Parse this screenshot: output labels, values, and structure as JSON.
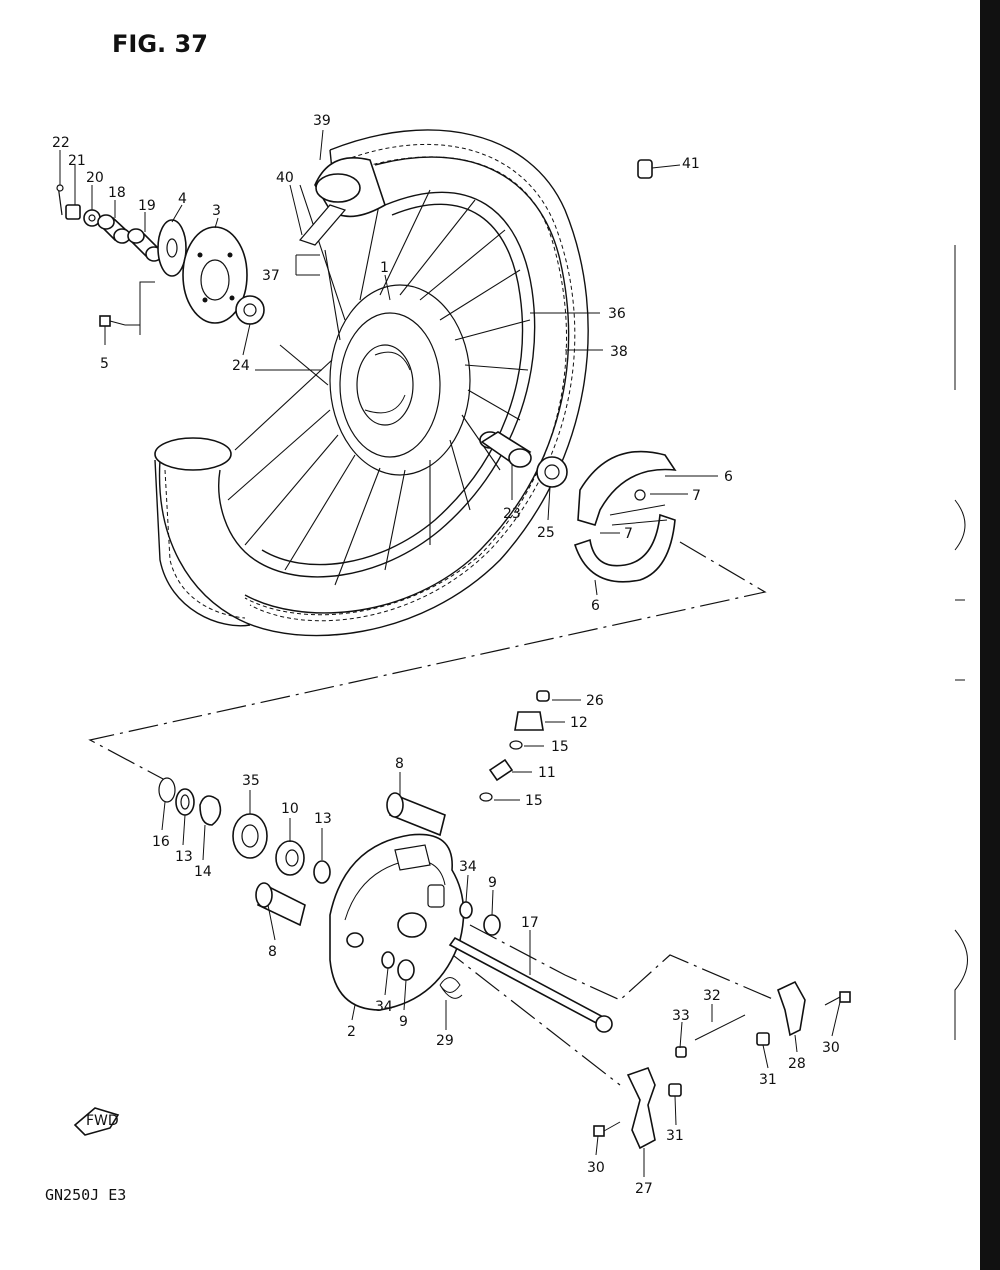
{
  "figure": {
    "title": "FIG. 37",
    "model_code": "GN250J E3",
    "fwd_label": "FWD"
  },
  "callouts": [
    {
      "id": "c22a",
      "label": "22"
    },
    {
      "id": "c21",
      "label": "21"
    },
    {
      "id": "c20",
      "label": "20"
    },
    {
      "id": "c18",
      "label": "18"
    },
    {
      "id": "c19",
      "label": "19"
    },
    {
      "id": "c4",
      "label": "4"
    },
    {
      "id": "c3",
      "label": "3"
    },
    {
      "id": "c5",
      "label": "5"
    },
    {
      "id": "c24",
      "label": "24"
    },
    {
      "id": "c37",
      "label": "37"
    },
    {
      "id": "c1",
      "label": "1"
    },
    {
      "id": "c39",
      "label": "39"
    },
    {
      "id": "c40",
      "label": "40"
    },
    {
      "id": "c41",
      "label": "41"
    },
    {
      "id": "c36",
      "label": "36"
    },
    {
      "id": "c38",
      "label": "38"
    },
    {
      "id": "c6a",
      "label": "6"
    },
    {
      "id": "c7a",
      "label": "7"
    },
    {
      "id": "c7b",
      "label": "7"
    },
    {
      "id": "c6b",
      "label": "6"
    },
    {
      "id": "c23",
      "label": "23"
    },
    {
      "id": "c25",
      "label": "25"
    },
    {
      "id": "c26",
      "label": "26"
    },
    {
      "id": "c12",
      "label": "12"
    },
    {
      "id": "c15a",
      "label": "15"
    },
    {
      "id": "c11",
      "label": "11"
    },
    {
      "id": "c15b",
      "label": "15"
    },
    {
      "id": "c8a",
      "label": "8"
    },
    {
      "id": "c35",
      "label": "35"
    },
    {
      "id": "c10",
      "label": "10"
    },
    {
      "id": "c13a",
      "label": "13"
    },
    {
      "id": "c16",
      "label": "16"
    },
    {
      "id": "c13b",
      "label": "13"
    },
    {
      "id": "c14",
      "label": "14"
    },
    {
      "id": "c8b",
      "label": "8"
    },
    {
      "id": "c34a",
      "label": "34"
    },
    {
      "id": "c9a",
      "label": "9"
    },
    {
      "id": "c17",
      "label": "17"
    },
    {
      "id": "c34b",
      "label": "34"
    },
    {
      "id": "c9b",
      "label": "9"
    },
    {
      "id": "c2",
      "label": "2"
    },
    {
      "id": "c29",
      "label": "29"
    },
    {
      "id": "c32",
      "label": "32"
    },
    {
      "id": "c33",
      "label": "33"
    },
    {
      "id": "c31a",
      "label": "31"
    },
    {
      "id": "c28",
      "label": "28"
    },
    {
      "id": "c30a",
      "label": "30"
    },
    {
      "id": "c31b",
      "label": "31"
    },
    {
      "id": "c30b",
      "label": "30"
    },
    {
      "id": "c27",
      "label": "27"
    }
  ]
}
